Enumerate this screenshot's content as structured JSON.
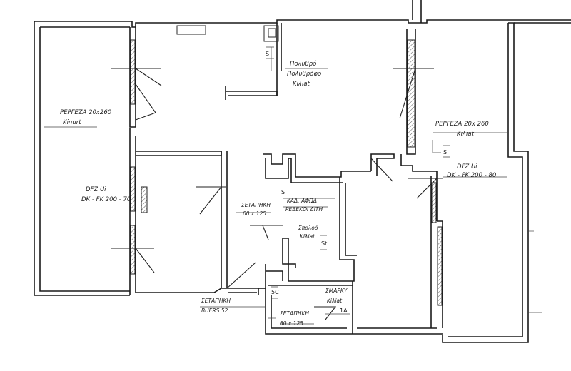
{
  "labels": {
    "west_window": {
      "line1": "ΡΕΡΓΕΖΑ 20x260",
      "line2": "Kinurt"
    },
    "upper_center": {
      "line1": "Πολυθρό",
      "line2": "Πολυθρόφο",
      "line3": "Kiλiat"
    },
    "east_window": {
      "line1": "ΡΕΡΓΕΖΑ 20x 260",
      "line2": "Kiλiat"
    },
    "west_door": {
      "line1": "DFZ Ui",
      "line2": "DK - FK 200 - 70"
    },
    "east_door": {
      "line1": "DFZ Ui",
      "line2": "DK - FK 200 - 80"
    },
    "center_storage": {
      "line1": "ΣΕΤΑΠΗΚΗ",
      "line2": "60 x 125"
    },
    "center_room": {
      "line1": "ΚΑΔ: ΑΦΩΔ",
      "line2": "ΡΕΒΕΚΟΙ ΔΙΤΗ"
    },
    "small_room": {
      "line1": "Σπολοό",
      "line2": "Kiλiat"
    },
    "bottom_left": {
      "line1": "ΣΕΤΑΠΗΚΗ",
      "line2": "BUERS 52"
    },
    "bottom_storage": {
      "line1": "ΣΕΤΑΠΗΚΗ",
      "line2": "60 x 125"
    },
    "bottom_right": {
      "line1": "ΣΜΑΡΚΥ",
      "line2": "Kiλiat"
    }
  },
  "dimensions": {
    "d1": "S",
    "d2": "S",
    "d3": "S",
    "d4": "St",
    "d5": "5C",
    "d6": "1A"
  }
}
